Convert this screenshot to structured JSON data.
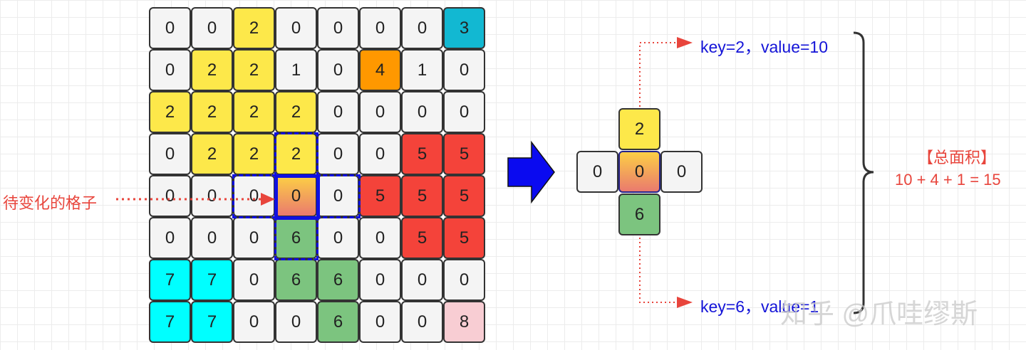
{
  "grid": [
    [
      0,
      0,
      2,
      0,
      0,
      0,
      0,
      3
    ],
    [
      0,
      2,
      2,
      1,
      0,
      4,
      1,
      0
    ],
    [
      2,
      2,
      2,
      2,
      0,
      0,
      0,
      0
    ],
    [
      0,
      2,
      2,
      2,
      0,
      0,
      5,
      5
    ],
    [
      0,
      0,
      0,
      0,
      0,
      5,
      5,
      5
    ],
    [
      0,
      0,
      0,
      6,
      0,
      0,
      5,
      5
    ],
    [
      7,
      7,
      0,
      6,
      6,
      0,
      0,
      0
    ],
    [
      7,
      7,
      0,
      0,
      6,
      0,
      0,
      8
    ]
  ],
  "colors": {
    "0": "#f4f4f4",
    "1": "#f4f4f4",
    "2": "#fde84a",
    "3": "#12b8d2",
    "4": "#ff9800",
    "5": "#f4433a",
    "6": "#7cc47f",
    "7": "#00ffff",
    "8": "#f8cdd3",
    "target_gradient": [
      "#fccf45",
      "#ea7a6e"
    ],
    "highlight": "#1010e0",
    "annotation": "#e8453c",
    "label": "#1414d8"
  },
  "target_cell": {
    "row": 4,
    "col": 3
  },
  "neighbors": [
    {
      "row": 3,
      "col": 3
    },
    {
      "row": 4,
      "col": 2
    },
    {
      "row": 4,
      "col": 4
    },
    {
      "row": 5,
      "col": 3
    }
  ],
  "pointer_label": "待变化的格子",
  "cross": {
    "top": "2",
    "left": "0",
    "center": "0",
    "right": "0",
    "bottom": "6"
  },
  "label_top": "key=2，value=10",
  "label_bottom": "key=6，value=1",
  "total_title": "【总面积】",
  "total_formula": "10 + 4 + 1 = 15",
  "watermark": "知乎 @爪哇缪斯"
}
